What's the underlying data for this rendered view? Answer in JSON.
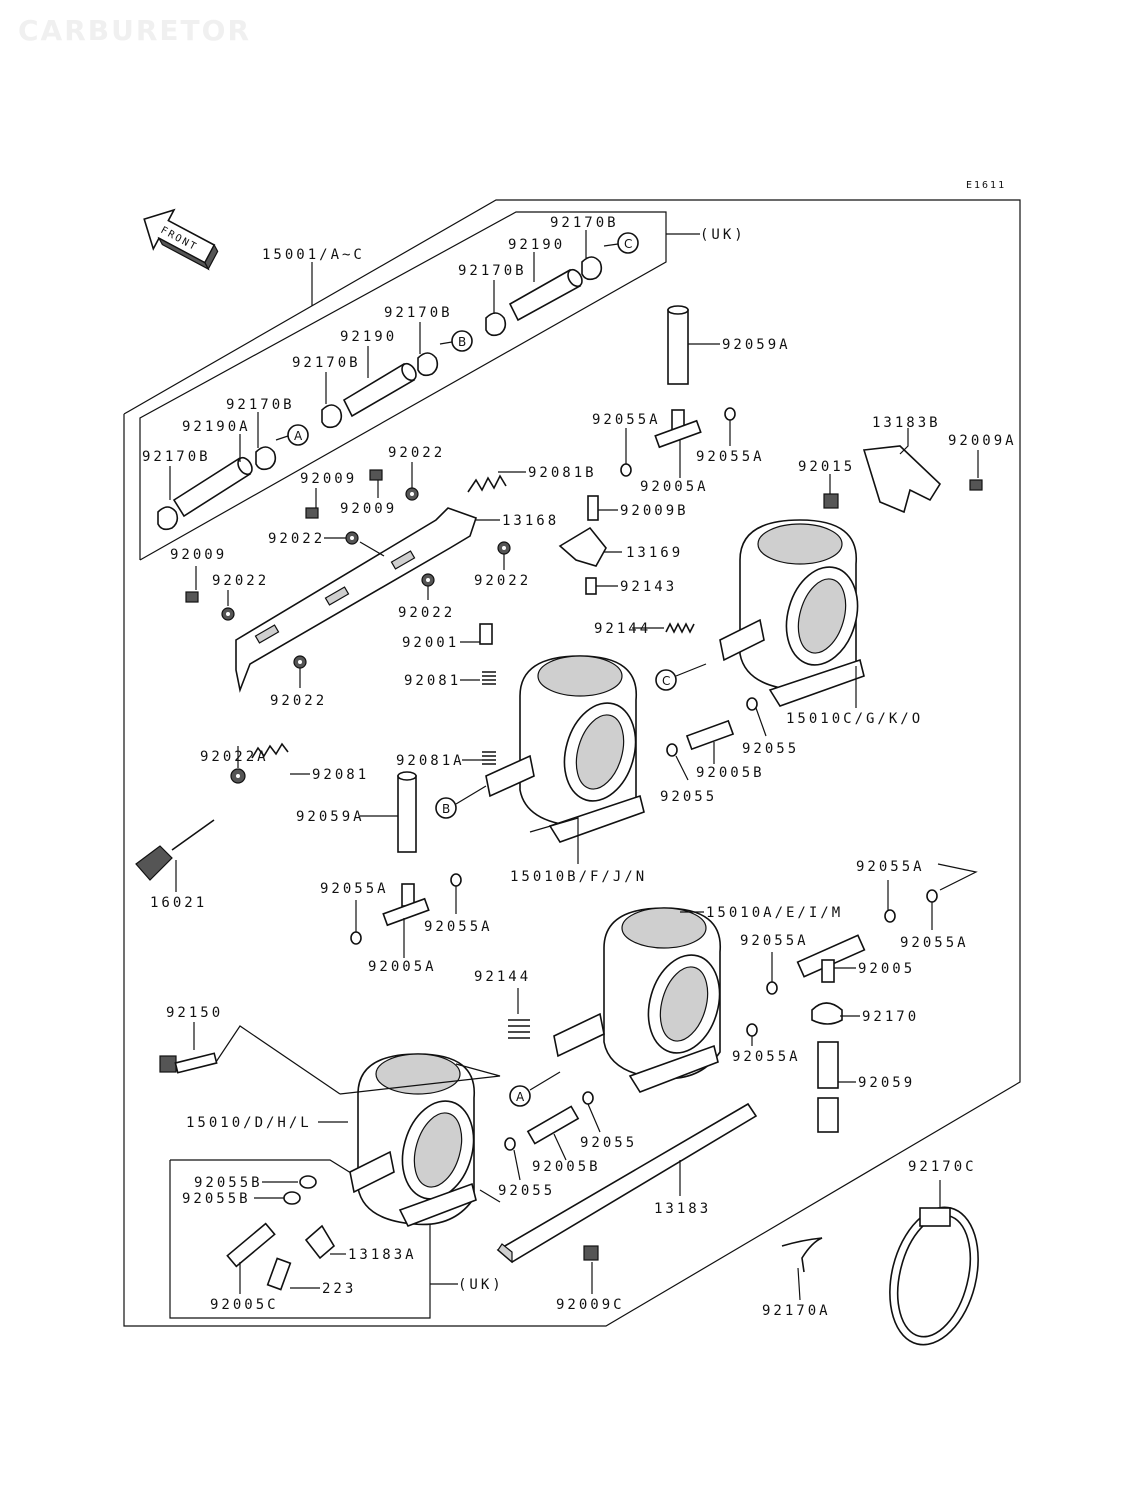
{
  "watermark": "CARBURETOR",
  "ref_code": "E1611",
  "front_label": "FRONT",
  "callouts": {
    "A": "A",
    "B": "B",
    "C": "C"
  },
  "uk_label": "(UK)",
  "labels": {
    "p15001": "15001/A~C",
    "p92170B_1": "92170B",
    "p92190_1": "92190",
    "p92170B_2": "92170B",
    "p92170B_3": "92170B",
    "p92190_2": "92190",
    "p92170B_4": "92170B",
    "p92170B_5": "92170B",
    "p92190A": "92190A",
    "p92170B_6": "92170B",
    "p92059A_1": "92059A",
    "p92055A_1": "92055A",
    "p92055A_2": "92055A",
    "p92005A_1": "92005A",
    "p13183B": "13183B",
    "p92009A": "92009A",
    "p92015": "92015",
    "p92022_1": "92022",
    "p92009_1": "92009",
    "p92009_2": "92009",
    "p92081B": "92081B",
    "p13168": "13168",
    "p92009B": "92009B",
    "p92022_2": "92022",
    "p92022_3": "92022",
    "p13169": "13169",
    "p92009_3": "92009",
    "p92022_4": "92022",
    "p92022_5": "92022",
    "p92143": "92143",
    "p92144_1": "92144",
    "p92001": "92001",
    "p92081": "92081",
    "p92022_6": "92022",
    "p15010C": "15010C/G/K/O",
    "p92055_1": "92055",
    "p92005B_1": "92005B",
    "p92055_2": "92055",
    "p92022A": "92022A",
    "p92081_2": "92081",
    "p92081A": "92081A",
    "p92059A_2": "92059A",
    "p16021": "16021",
    "p15010B": "15010B/F/J/N",
    "p92055A_3": "92055A",
    "p92055A_4": "92055A",
    "p92005A_2": "92005A",
    "p92055A_5": "92055A",
    "p92055A_6": "92055A",
    "p15010A": "15010A/E/I/M",
    "p92055A_7": "92055A",
    "p92005": "92005",
    "p92144_2": "92144",
    "p92170": "92170",
    "p92055A_8": "92055A",
    "p92150": "92150",
    "p92059": "92059",
    "p15010D": "15010/D/H/L",
    "p92055_3": "92055",
    "p92005B_2": "92005B",
    "p92055B_1": "92055B",
    "p92055B_2": "92055B",
    "p92055_4": "92055",
    "p13183": "13183",
    "p92170C": "92170C",
    "p13183A": "13183A",
    "p223": "223",
    "p92005C": "92005C",
    "p92009C": "92009C",
    "p92170A": "92170A"
  }
}
